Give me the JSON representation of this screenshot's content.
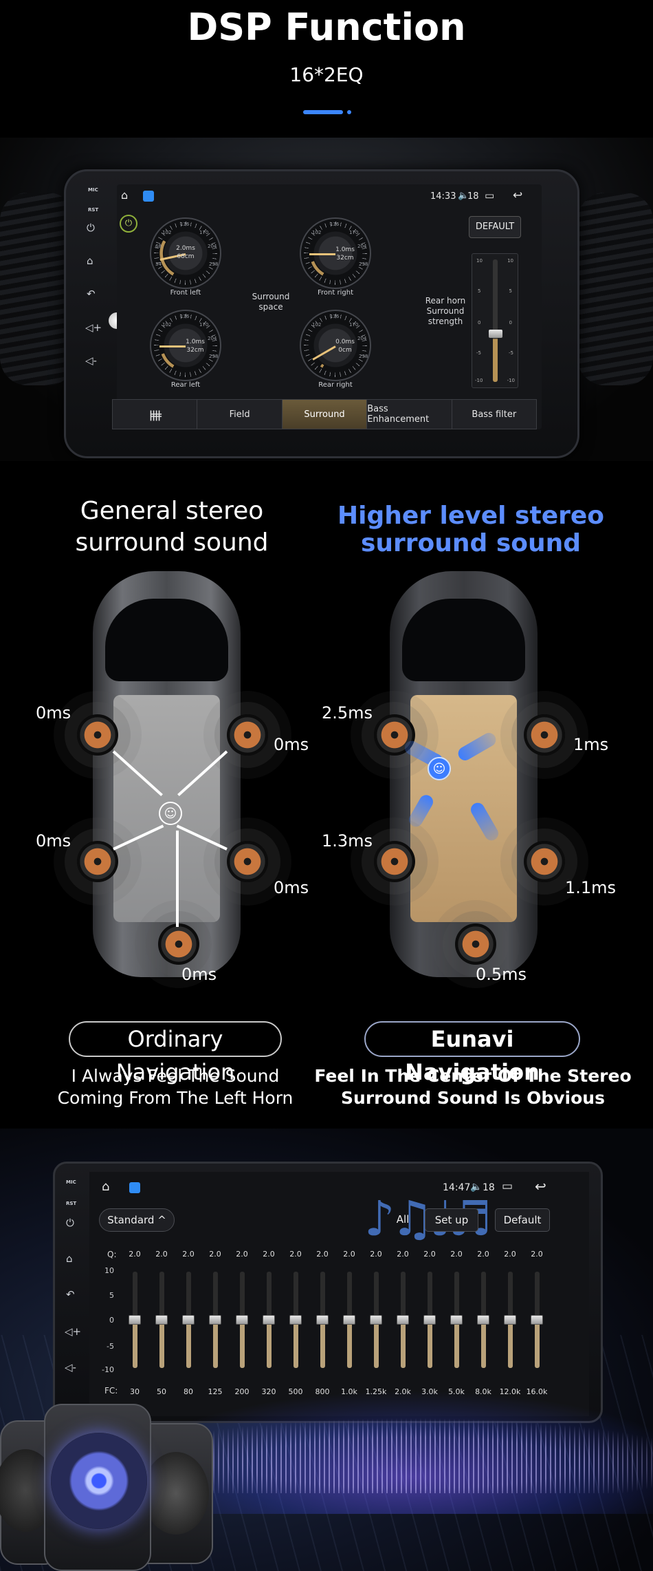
{
  "header": {
    "title": "DSP Function",
    "subtitle": "16*2EQ"
  },
  "device1": {
    "side": {
      "mic": "MIC",
      "rst": "RST"
    },
    "status": {
      "time": "14:33",
      "volume": "18"
    },
    "dials": [
      {
        "delay": "2.0ms",
        "distance": "68cm",
        "label": "Front left"
      },
      {
        "delay": "1.0ms",
        "distance": "32cm",
        "label": "Front right"
      },
      {
        "delay": "1.0ms",
        "distance": "32cm",
        "label": "Rear left"
      },
      {
        "delay": "0.0ms",
        "distance": "0cm",
        "label": "Rear right"
      }
    ],
    "dial_ticks": [
      "68",
      "102",
      "136",
      "170",
      "204",
      "238",
      "34"
    ],
    "surround_space": "Surround space",
    "rear_horn": "Rear horn Surround strength",
    "default_button": "DEFAULT",
    "slider_scale": [
      "10",
      "5",
      "0",
      "-5",
      "-10"
    ],
    "tabs": [
      {
        "label": "",
        "icon": "equalizer-icon"
      },
      {
        "label": "Field"
      },
      {
        "label": "Surround",
        "active": true
      },
      {
        "label": "Bass Enhancement"
      },
      {
        "label": "Bass filter"
      }
    ]
  },
  "comparison": {
    "general_title": "General stereo surround sound",
    "higher_title": "Higher level stereo surround sound",
    "left_delays": {
      "front_left": "0ms",
      "front_right": "0ms",
      "rear_left": "0ms",
      "rear_right": "0ms",
      "sub": "0ms"
    },
    "right_delays": {
      "front_left": "2.5ms",
      "front_right": "1ms",
      "rear_left": "1.3ms",
      "rear_right": "1.1ms",
      "sub": "0.5ms"
    },
    "ordinary": {
      "label": "Ordinary Navigation",
      "desc1": "I Always Feel The Sound",
      "desc2": "Coming From The Left Horn"
    },
    "eunavi": {
      "label": "Eunavi Navigation",
      "desc1": "Feel In The Center Of The Stereo",
      "desc2": "Surround Sound Is Obvious"
    }
  },
  "device2": {
    "side": {
      "mic": "MIC",
      "rst": "RST"
    },
    "status": {
      "time": "14:47",
      "volume": "18"
    },
    "preset": "Standard ^",
    "buttons": {
      "all": "All",
      "setup": "Set up",
      "default": "Default"
    },
    "q_label": "Q:",
    "fc_label": "FC:",
    "axis": [
      "10",
      "5",
      "0",
      "-5",
      "-10"
    ],
    "q_values": [
      "2.0",
      "2.0",
      "2.0",
      "2.0",
      "2.0",
      "2.0",
      "2.0",
      "2.0",
      "2.0",
      "2.0",
      "2.0",
      "2.0",
      "2.0",
      "2.0",
      "2.0",
      "2.0"
    ],
    "fc_values": [
      "30",
      "50",
      "80",
      "125",
      "200",
      "320",
      "500",
      "800",
      "1.0k",
      "1.25k",
      "2.0k",
      "3.0k",
      "5.0k",
      "8.0k",
      "12.0k",
      "16.0k"
    ],
    "levels": [
      0,
      0,
      0,
      0,
      0,
      0,
      0,
      0,
      0,
      0,
      0,
      0,
      0,
      0,
      0,
      0
    ]
  },
  "colors": {
    "accent_blue": "#3b86ff",
    "gold": "#b69255"
  }
}
